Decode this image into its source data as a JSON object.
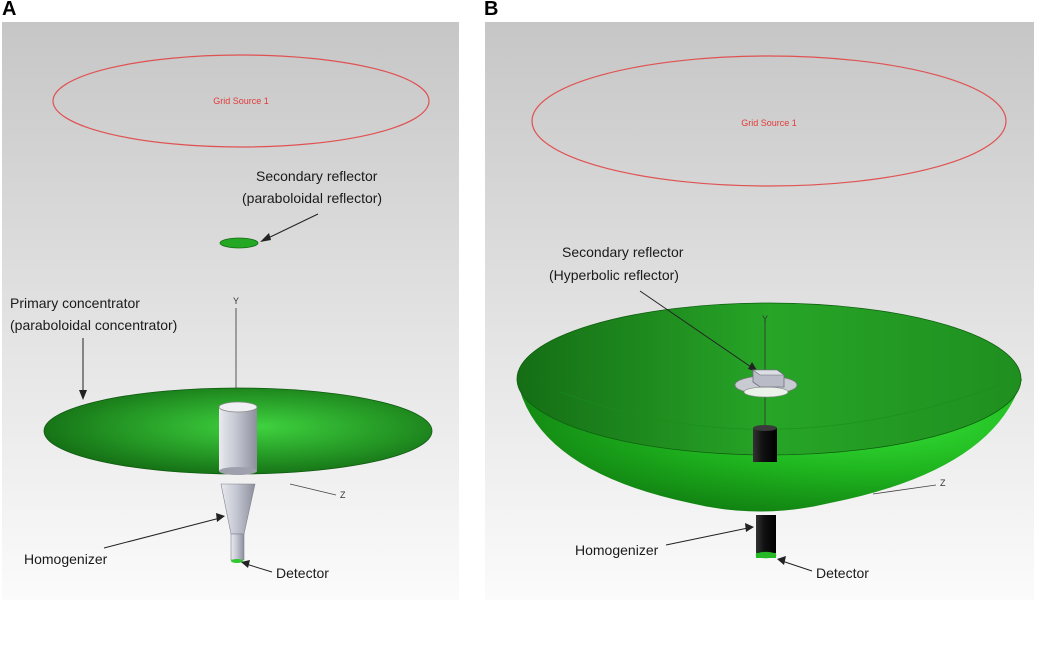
{
  "panels": [
    {
      "letter": "A",
      "grid_source": "Grid Source 1",
      "secondary_label_1": "Secondary reflector",
      "secondary_label_2": "(paraboloidal reflector)",
      "primary_label_1": "Primary concentrator",
      "primary_label_2": "(paraboloidal concentrator)",
      "homogenizer_label": "Homogenizer",
      "detector_label": "Detector",
      "axis_y": "Y",
      "axis_z": "Z"
    },
    {
      "letter": "B",
      "grid_source": "Grid Source 1",
      "secondary_label_1": "Secondary reflector",
      "secondary_label_2": "(Hyperbolic reflector)",
      "homogenizer_label": "Homogenizer",
      "detector_label": "Detector",
      "axis_y": "Y",
      "axis_z": "Z"
    }
  ],
  "colors": {
    "concentrator_green": "#2fb52f",
    "grid_source_red": "#e23b3b",
    "background_top": "#c9c9c9",
    "background_bottom": "#fafafa"
  }
}
